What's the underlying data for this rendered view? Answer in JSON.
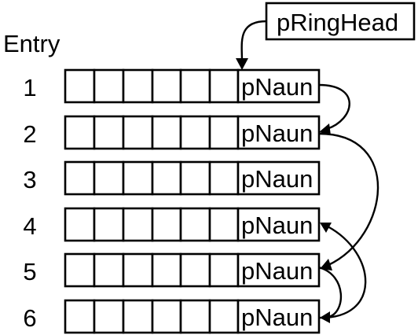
{
  "diagram": {
    "column_title": "Entry",
    "head_pointer_label": "pRingHead",
    "entries": [
      {
        "index": "1",
        "pointer_label": "pNaun"
      },
      {
        "index": "2",
        "pointer_label": "pNaun"
      },
      {
        "index": "3",
        "pointer_label": "pNaun"
      },
      {
        "index": "4",
        "pointer_label": "pNaun"
      },
      {
        "index": "5",
        "pointer_label": "pNaun"
      },
      {
        "index": "6",
        "pointer_label": "pNaun"
      }
    ],
    "links": [
      {
        "from": "pRingHead",
        "to": "1"
      },
      {
        "from": "1",
        "to": "2"
      },
      {
        "from": "2",
        "to": "5"
      },
      {
        "from": "5",
        "to": "6"
      },
      {
        "from": "6",
        "to": "4"
      }
    ]
  }
}
